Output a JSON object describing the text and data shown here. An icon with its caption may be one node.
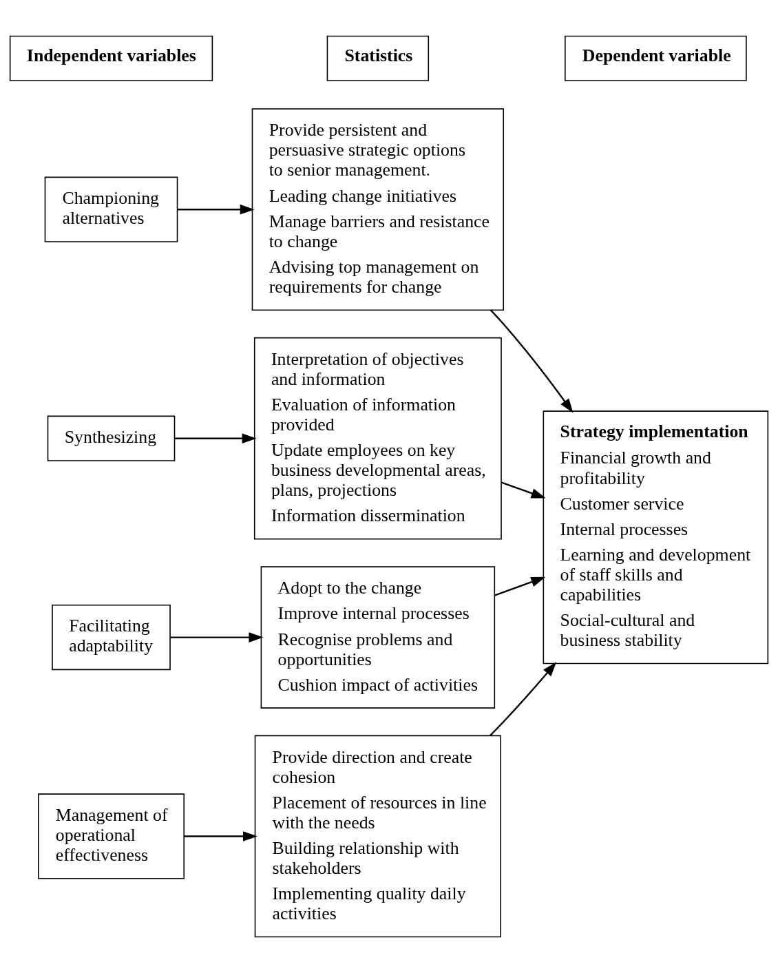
{
  "diagram": {
    "nodes": [
      {
        "text": [
          "Championing alternatives"
        ]
      },
      {
        "text": [
          "Provide persistent and persuasive strategic options to senior management.",
          "Leading change initiatives",
          "Manage barriers and resistance to change",
          "Advising top management on requirements for change"
        ]
      },
      {
        "text": [
          "Synthesizing"
        ]
      },
      {
        "text": [
          "Interpretation of objectives and information",
          "Evaluation of information provided",
          "Update employees on key business developmental areas, plans, projections",
          "Information dissermination"
        ]
      },
      {
        "text": [
          "Facilitating adaptability"
        ]
      },
      {
        "text": [
          "Adopt to the change",
          "Improve internal processes",
          "Recognise problems and opportunities",
          "Cushion impact of activities"
        ]
      },
      {
        "text": [
          "Management of operational effectiveness"
        ]
      },
      {
        "text": [
          "Provide direction and create cohesion",
          "Placement of resources in line with the needs",
          "Building relationship with stakeholders",
          "Implementing quality daily activities"
        ]
      },
      {
        "text": [
          "Strategy implementation",
          "Financial growth and profitability",
          "Customer service",
          "Internal processes",
          "Learning and development of staff skills and capabilities",
          "Social-cultural and business stability"
        ]
      },
      {
        "text": [
          "Independent variables"
        ]
      },
      {
        "text": [
          "Statistics"
        ]
      },
      {
        "text": [
          "Dependent variable"
        ]
      }
    ],
    "edges": [
      {
        "from": 0,
        "to": 1,
        "arrow": "to"
      },
      {
        "from": 2,
        "to": 3,
        "arrow": "to"
      },
      {
        "from": 4,
        "to": 5,
        "arrow": "to"
      },
      {
        "from": 6,
        "to": 7,
        "arrow": "to"
      },
      {
        "from": 1,
        "to": 8,
        "arrow": "to"
      },
      {
        "from": 3,
        "to": 8,
        "arrow": "to"
      },
      {
        "from": 5,
        "to": 8,
        "arrow": "to"
      },
      {
        "from": 7,
        "to": 8,
        "arrow": "to"
      }
    ]
  }
}
